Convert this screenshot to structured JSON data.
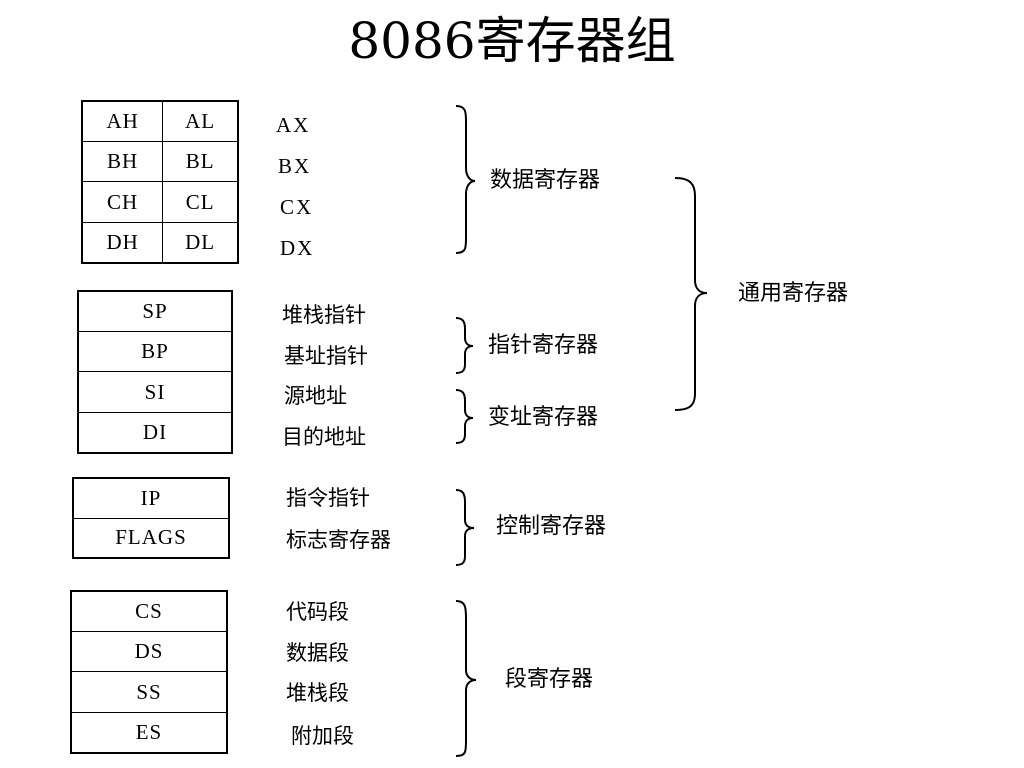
{
  "title": "8086寄存器组",
  "data_registers": {
    "rows": [
      {
        "high": "AH",
        "low": "AL",
        "name": "AX"
      },
      {
        "high": "BH",
        "low": "BL",
        "name": "BX"
      },
      {
        "high": "CH",
        "low": "CL",
        "name": "CX"
      },
      {
        "high": "DH",
        "low": "DL",
        "name": "DX"
      }
    ],
    "group_label": "数据寄存器"
  },
  "pointer_index_registers": {
    "rows": [
      {
        "name": "SP",
        "desc": "堆栈指针"
      },
      {
        "name": "BP",
        "desc": "基址指针"
      },
      {
        "name": "SI",
        "desc": "源地址"
      },
      {
        "name": "DI",
        "desc": "目的地址"
      }
    ],
    "pointer_group_label": "指针寄存器",
    "index_group_label": "变址寄存器"
  },
  "general_label": "通用寄存器",
  "control_registers": {
    "rows": [
      {
        "name": "IP",
        "desc": "指令指针"
      },
      {
        "name": "FLAGS",
        "desc": "标志寄存器"
      }
    ],
    "group_label": "控制寄存器"
  },
  "segment_registers": {
    "rows": [
      {
        "name": "CS",
        "desc": "代码段"
      },
      {
        "name": "DS",
        "desc": "数据段"
      },
      {
        "name": "SS",
        "desc": "堆栈段"
      },
      {
        "name": "ES",
        "desc": "附加段"
      }
    ],
    "group_label": "段寄存器"
  }
}
